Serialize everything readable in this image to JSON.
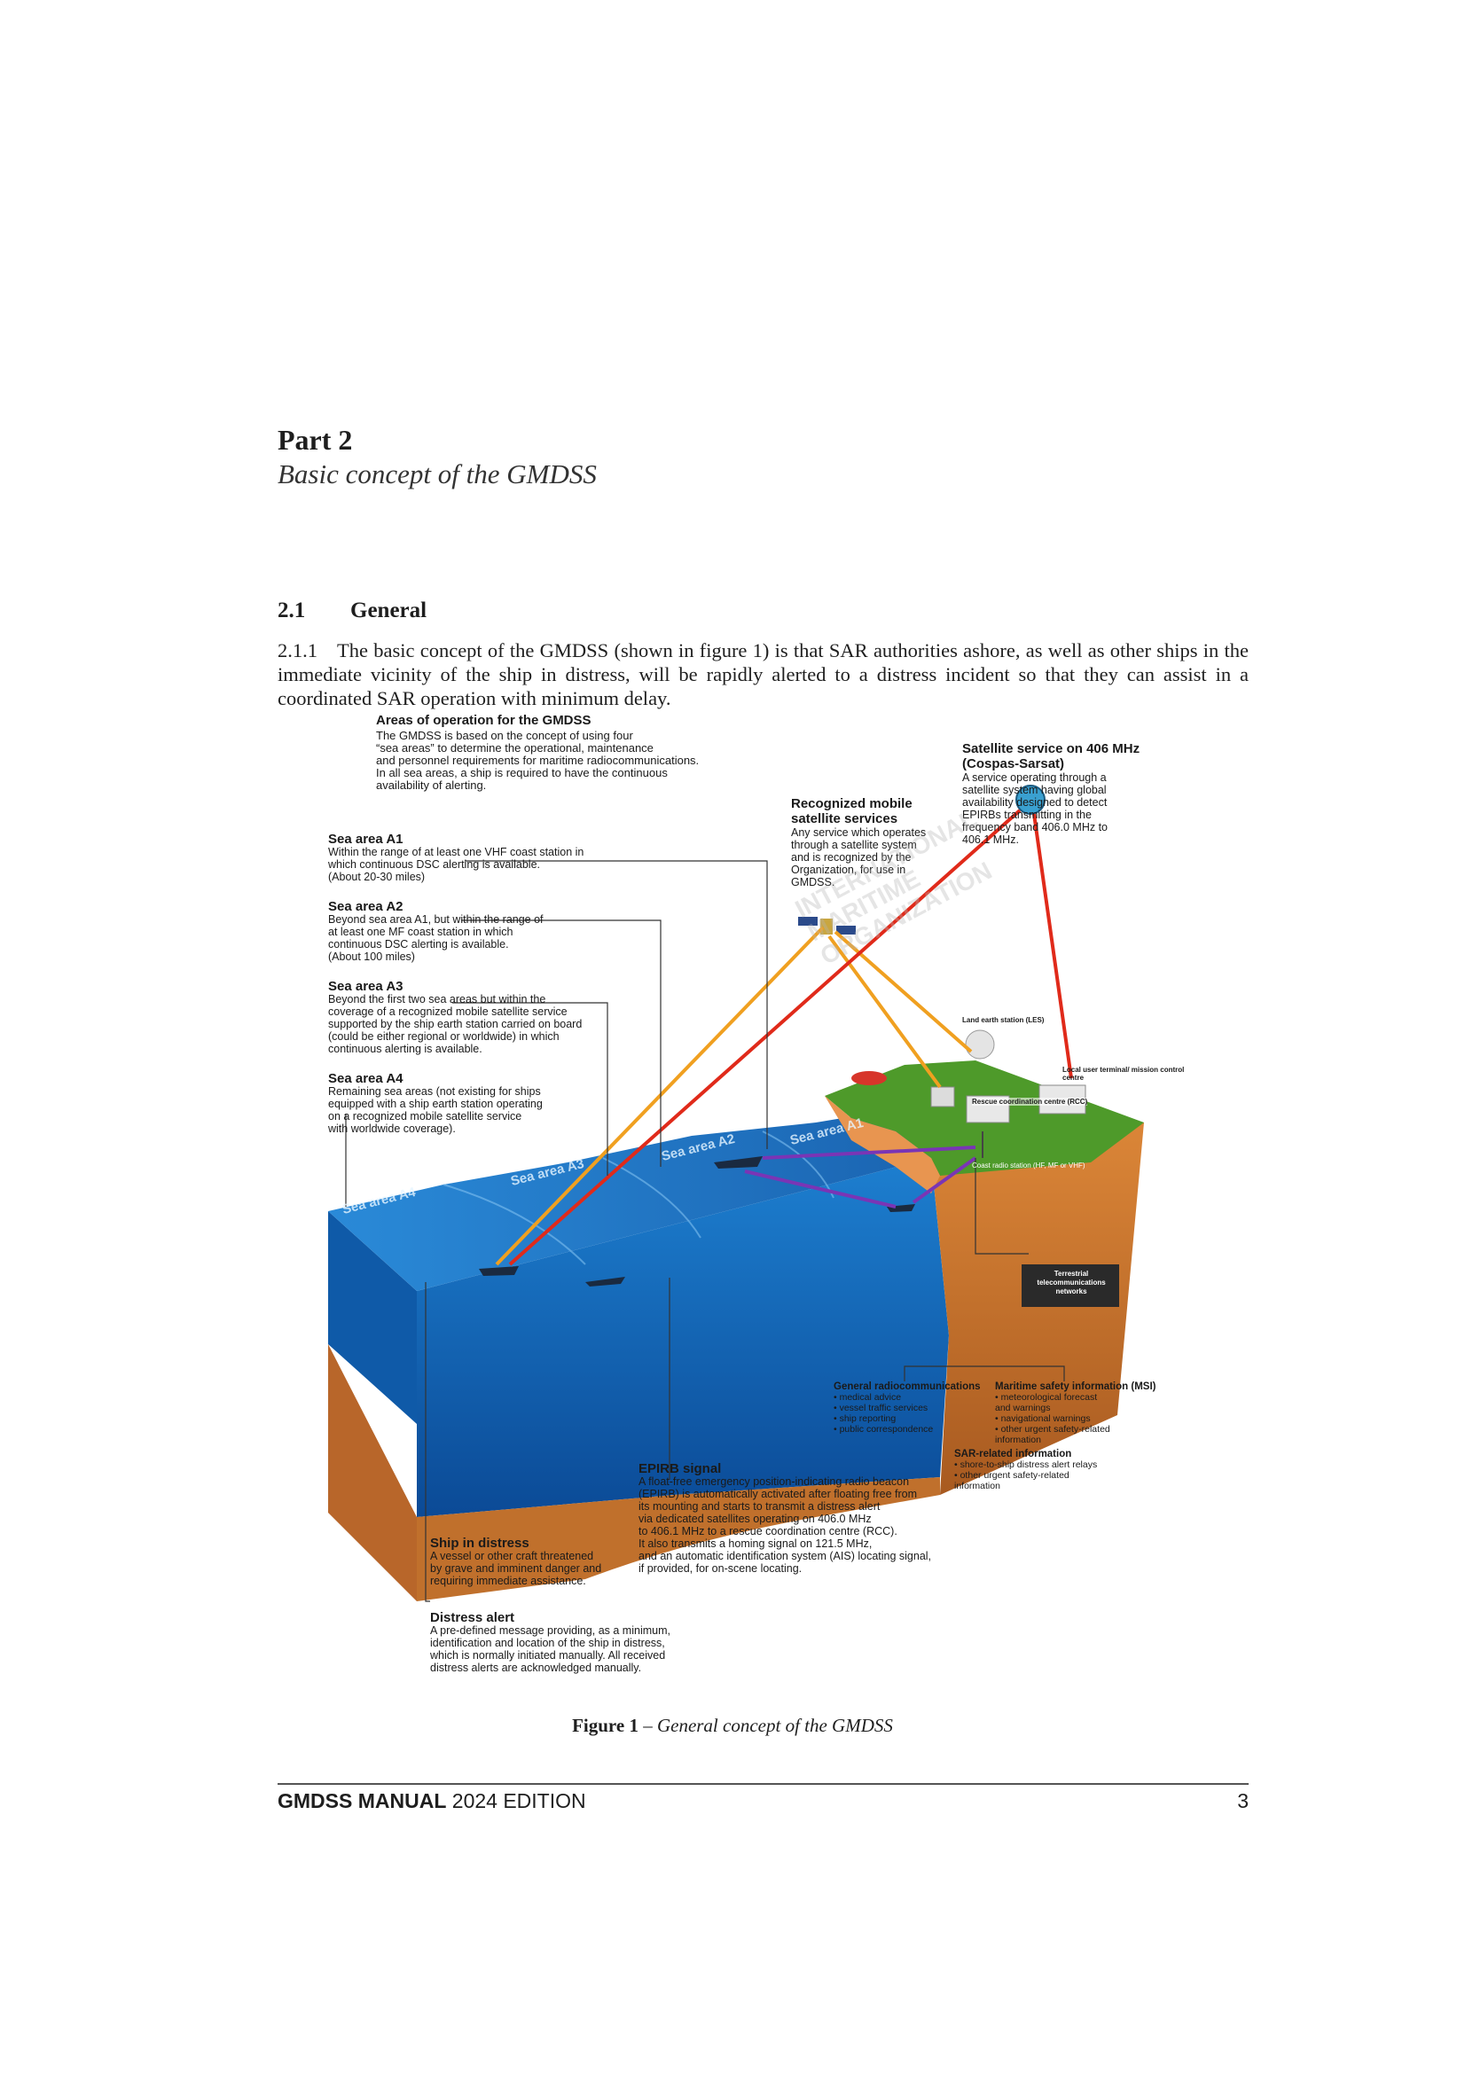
{
  "part": {
    "title": "Part 2",
    "subtitle": "Basic concept of the GMDSS"
  },
  "section": {
    "number": "2.1",
    "title": "General"
  },
  "paragraph": {
    "number": "2.1.1",
    "text": "The basic concept of the GMDSS (shown in figure 1) is that SAR authorities ashore, as well as other ships in the immediate vicinity of the ship in distress, will be rapidly alerted to a distress incident so that they can assist in a coordinated SAR operation with minimum delay."
  },
  "figure": {
    "areas": {
      "title": "Areas of operation for the GMDSS",
      "body": "The GMDSS is based on the concept of using four\n“sea areas” to determine the operational, maintenance\nand personnel requirements for maritime radiocommunications.\nIn all sea areas, a ship is required to have the continuous\navailability of alerting."
    },
    "a1": {
      "title": "Sea area A1",
      "body": "Within the range of at least one VHF coast station in\nwhich continuous DSC alerting is available.\n(About 20-30 miles)"
    },
    "a2": {
      "title": "Sea area A2",
      "body": "Beyond sea area A1, but within the range of\nat least one MF coast station in which\ncontinuous DSC alerting is available.\n(About 100 miles)"
    },
    "a3": {
      "title": "Sea area A3",
      "body": "Beyond the first two sea areas but within the\ncoverage of a recognized mobile satellite service\nsupported by the ship earth station carried on board\n(could be either regional or worldwide) in which\ncontinuous alerting is available."
    },
    "a4": {
      "title": "Sea area A4",
      "body": "Remaining sea areas (not existing for ships\nequipped with a ship earth station operating\non a recognized mobile satellite service\nwith worldwide coverage)."
    },
    "rmss": {
      "title": "Recognized mobile\nsatellite services",
      "body": "Any service which operates\nthrough a satellite system\nand is recognized by the\nOrganization, for use in\nGMDSS."
    },
    "cospas": {
      "title": "Satellite service on 406 MHz\n(Cospas-Sarsat)",
      "body": "A service operating through a\nsatellite system having global\navailability designed to detect\nEPIRBs transmitting in the\nfrequency band 406.0 MHz to\n406.1 MHz."
    },
    "sea_labels": {
      "a4": "Sea area A4",
      "a3": "Sea area A3",
      "a2": "Sea area A2",
      "a1": "Sea area A1"
    },
    "small": {
      "les": "Land earth station\n(LES)",
      "lut": "Local user terminal/\nmission control centre",
      "rcc": "Rescue coordination\ncentre (RCC)",
      "coast": "Coast radio station\n(HF, MF or VHF)",
      "terrestrial": "Terrestrial\ntelecommunications\nnetworks"
    },
    "watermark": "INTERNATIONAL\nMARITIME\nORGANIZATION",
    "general_radio": {
      "title": "General radiocommunications",
      "body": "• medical advice\n• vessel traffic services\n• ship reporting\n• public correspondence"
    },
    "msi": {
      "title": "Maritime safety information (MSI)",
      "body": "• meteorological forecast\n   and warnings\n• navigational warnings\n• other urgent safety-related\n   information"
    },
    "sar": {
      "title": "SAR-related information",
      "body": "• shore-to-ship distress alert relays\n• other urgent safety-related\n   information"
    },
    "epirb": {
      "title": "EPIRB signal",
      "body": "A float-free emergency position-indicating radio beacon\n(EPIRB) is automatically activated after floating free from\nits mounting and starts to transmit a distress alert\nvia dedicated satellites operating on 406.0 MHz\nto 406.1 MHz to a rescue coordination centre (RCC).\nIt also transmits a homing signal on 121.5 MHz,\nand an automatic identification system (AIS) locating signal,\nif provided, for on-scene locating."
    },
    "ship": {
      "title": "Ship in distress",
      "body": "A vessel or other craft threatened\nby grave and imminent danger and\nrequiring immediate assistance."
    },
    "alert": {
      "title": "Distress alert",
      "body": "A pre-defined message providing, as a minimum,\nidentification and location of the ship in distress,\nwhich is normally initiated manually. All received\ndistress alerts are acknowledged manually."
    },
    "colors": {
      "sea": "#1f78c8",
      "land": "#4e9a2a",
      "earth": "#c9742e",
      "orange_link": "#f0a020",
      "red_link": "#e02a1a",
      "purple_link": "#7a35b5"
    }
  },
  "caption": {
    "label": "Figure 1",
    "dash": " – ",
    "text": "General concept of the GMDSS"
  },
  "footer": {
    "title": "GMDSS MANUAL",
    "edition": " 2024 EDITION",
    "page": "3"
  }
}
